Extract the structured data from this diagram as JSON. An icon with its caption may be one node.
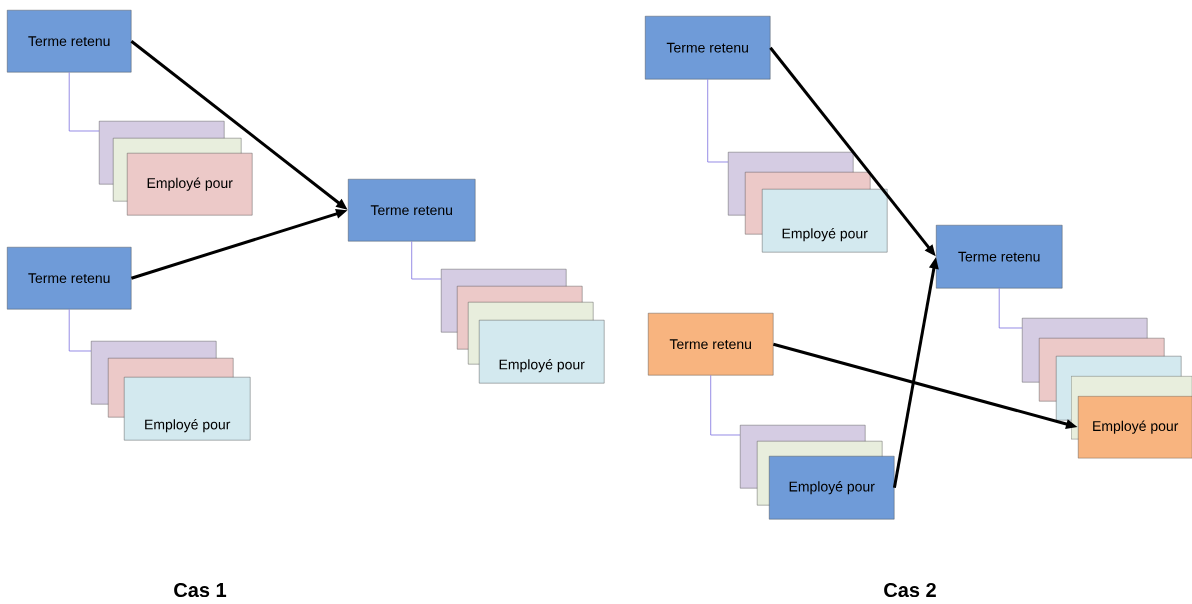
{
  "diagram": {
    "nodes": [
      {
        "text": [
          "Terme retenu"
        ]
      },
      {
        "text": [],
        "shape": "box"
      },
      {
        "text": [],
        "shape": "box"
      },
      {
        "text": [
          "Employé pour"
        ]
      },
      {
        "text": [
          "Terme retenu"
        ]
      },
      {
        "text": [],
        "shape": "box"
      },
      {
        "text": [],
        "shape": "box"
      },
      {
        "text": [
          "Employé pour"
        ]
      },
      {
        "text": [
          "Terme retenu"
        ]
      },
      {
        "text": [],
        "shape": "box"
      },
      {
        "text": [],
        "shape": "box"
      },
      {
        "text": [],
        "shape": "box"
      },
      {
        "text": [
          "Employé pour"
        ]
      },
      {
        "text": [
          "Terme retenu"
        ]
      },
      {
        "text": [],
        "shape": "box"
      },
      {
        "text": [],
        "shape": "box"
      },
      {
        "text": [
          "Employé pour"
        ]
      },
      {
        "text": [
          "Terme retenu"
        ]
      },
      {
        "text": [
          "Terme retenu"
        ]
      },
      {
        "text": [],
        "shape": "box"
      },
      {
        "text": [],
        "shape": "box"
      },
      {
        "text": [
          "Employé pour"
        ]
      },
      {
        "text": [],
        "shape": "box"
      },
      {
        "text": [],
        "shape": "box"
      },
      {
        "text": [],
        "shape": "box"
      },
      {
        "text": [],
        "shape": "box"
      },
      {
        "text": [
          "Employé pour"
        ]
      }
    ],
    "edges": [
      {
        "from": 0,
        "to": 1,
        "arrow": "none",
        "color": "#7b6fe0"
      },
      {
        "from": 4,
        "to": 5,
        "arrow": "none",
        "color": "#7b6fe0"
      },
      {
        "from": 8,
        "to": 9,
        "arrow": "none",
        "color": "#7b6fe0"
      },
      {
        "from": 13,
        "to": 14,
        "arrow": "none",
        "color": "#7b6fe0"
      },
      {
        "from": 17,
        "to": 22,
        "arrow": "none",
        "color": "#7b6fe0"
      },
      {
        "from": 18,
        "to": 19,
        "arrow": "none",
        "color": "#7b6fe0"
      },
      {
        "from": 0,
        "to": 8,
        "arrow": "to",
        "style": "thick",
        "color": "#000000"
      },
      {
        "from": 4,
        "to": 8,
        "arrow": "to",
        "style": "thick",
        "color": "#000000"
      },
      {
        "from": 13,
        "to": 17,
        "arrow": "to",
        "style": "thick",
        "color": "#000000"
      },
      {
        "from": 21,
        "to": 17,
        "arrow": "to",
        "style": "thick",
        "color": "#000000"
      },
      {
        "from": 18,
        "to": 26,
        "arrow": "to",
        "style": "thick",
        "color": "#000000"
      }
    ],
    "labels": [
      "Cas 1",
      "Cas 2"
    ]
  }
}
